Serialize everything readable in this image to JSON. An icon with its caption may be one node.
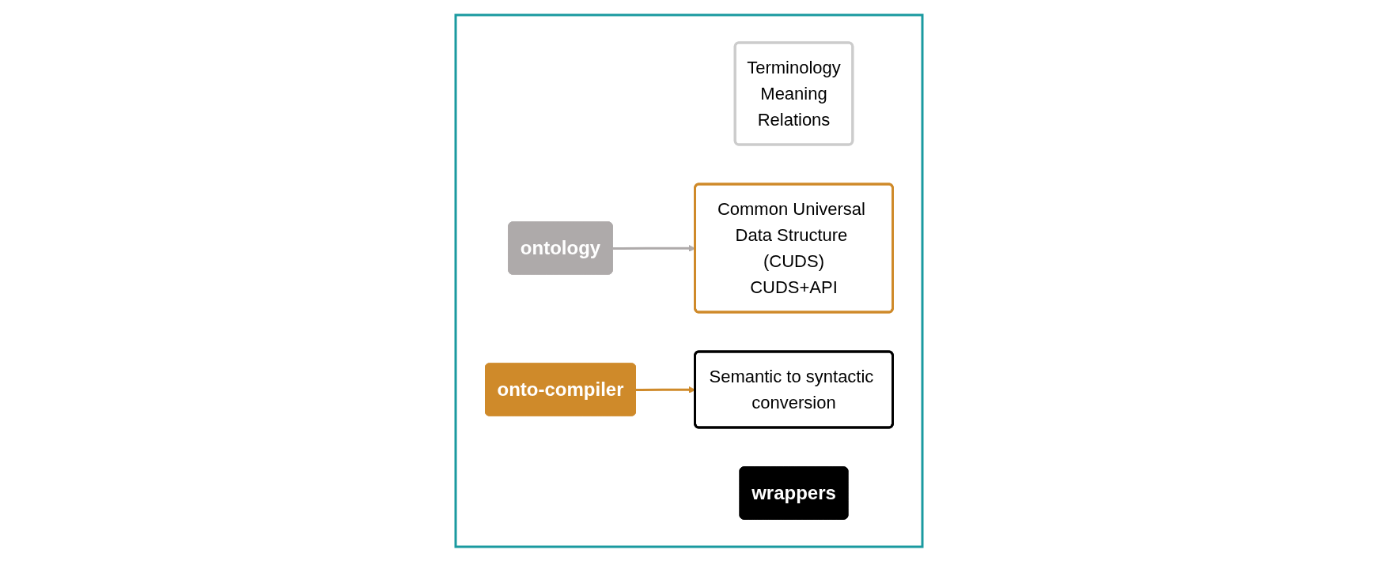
{
  "diagram": {
    "nodes": [
      {
        "text": [],
        "shape": "box"
      },
      {
        "text": [
          "Terminology",
          "Meaning",
          "Relations"
        ],
        "in": 0
      },
      {
        "text": [
          "ontology"
        ],
        "in": 0
      },
      {
        "text": [
          "Common Universal Data Structure (CUDS)",
          "CUDS+API"
        ],
        "in": 0
      },
      {
        "text": [
          "onto-compiler"
        ],
        "in": 0
      },
      {
        "text": [
          "Semantic to syntactic conversion"
        ],
        "in": 0
      },
      {
        "text": [
          "wrappers"
        ],
        "in": 0
      }
    ],
    "edges": [
      {
        "from": 2,
        "to": 3,
        "arrow": "to",
        "color": "#aeaaaa"
      },
      {
        "from": 4,
        "to": 5,
        "arrow": "to",
        "color": "#cf8a2a"
      }
    ]
  }
}
